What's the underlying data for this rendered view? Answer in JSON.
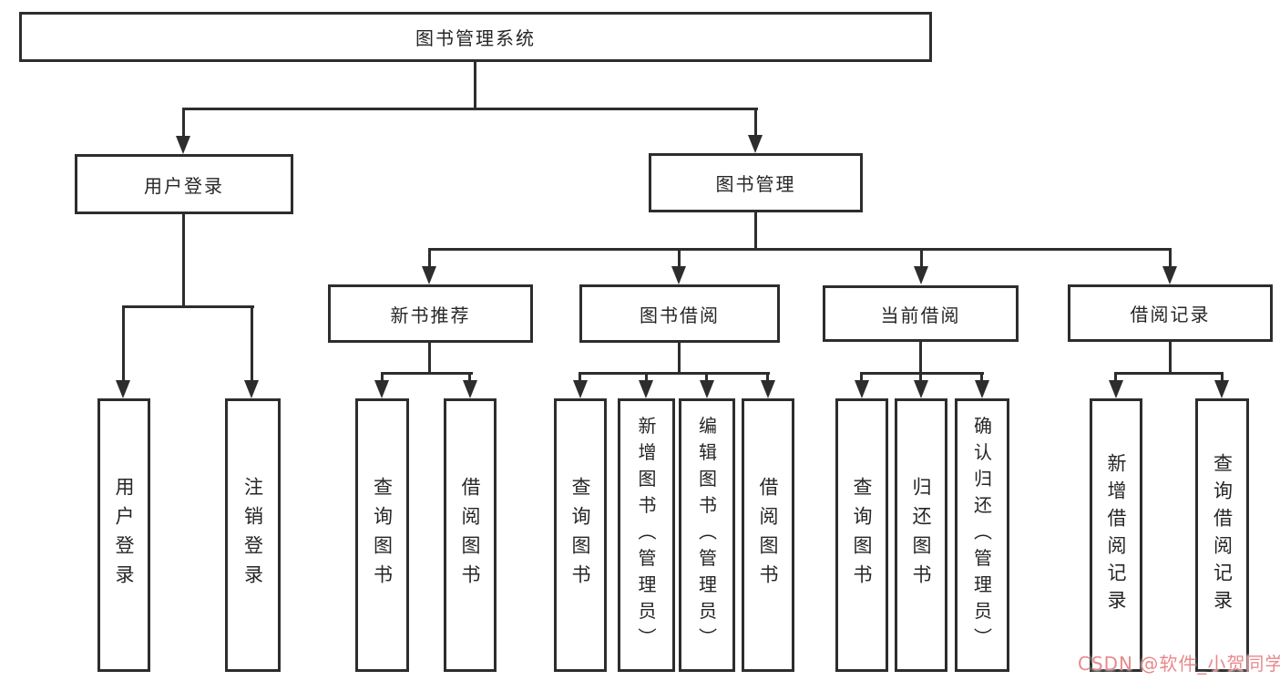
{
  "tree": {
    "root": "图书管理系统",
    "branches": [
      {
        "label": "用户登录",
        "leaves": [
          "用户登录",
          "注销登录"
        ]
      },
      {
        "label": "图书管理",
        "children": [
          {
            "label": "新书推荐",
            "leaves": [
              "查询图书",
              "借阅图书"
            ]
          },
          {
            "label": "图书借阅",
            "leaves": [
              "查询图书",
              "新增图书（管理员）",
              "编辑图书（管理员）",
              "借阅图书"
            ]
          },
          {
            "label": "当前借阅",
            "leaves": [
              "查询图书",
              "归还图书",
              "确认归还（管理员）"
            ]
          },
          {
            "label": "借阅记录",
            "leaves": [
              "新增借阅记录",
              "查询借阅记录"
            ]
          }
        ]
      }
    ]
  },
  "watermark": {
    "text": "CSDN @软件_小贺同学"
  },
  "colors": {
    "line": "#2d2d2d",
    "border": "#2d2d2d",
    "text": "#262626",
    "bg": "#ffffff",
    "watermark": "#e8898d"
  }
}
